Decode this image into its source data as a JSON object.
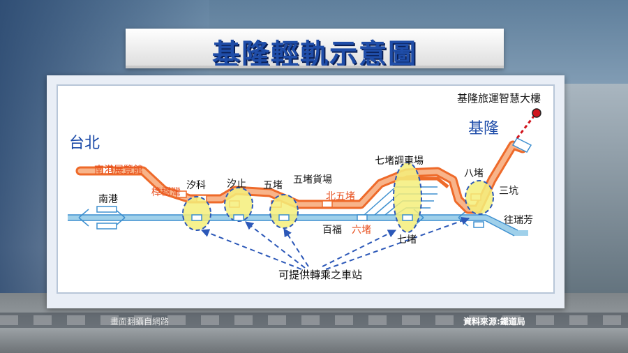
{
  "title": "基隆輕軌示意圖",
  "labels": {
    "taipei": "台北",
    "keelung": "基隆",
    "tower": "基隆旅運智慧大樓",
    "nangang": "南港",
    "expo": "南港展覽館",
    "zhangshuwan": "樟樹灣",
    "xike": "汐科",
    "xizhi": "汐止",
    "wudu": "五堵",
    "wudu_freight": "五堵貨場",
    "north_wudu": "北五堵",
    "baifu": "百福",
    "liudu": "六堵",
    "qidu_yard": "七堵調車場",
    "qidu": "七堵",
    "badu": "八堵",
    "sankeng": "三坑",
    "to_ruifang": "往瑞芳",
    "transfer": "可提供轉乘之車站"
  },
  "credits": {
    "left": "畫面翻攝自網路",
    "right": "資料來源:鐵道局"
  },
  "colors": {
    "title_blue": "#1f4da8",
    "lrt_orange": "#f3884b",
    "lrt_line": "#ee6a2a",
    "rail_blue": "#9fd0ea",
    "rail_line": "#3d8fcf",
    "label_orange": "#e8501f",
    "label_blue": "#1b4aa8",
    "transfer_yellow": "#f4ee7a",
    "arrow_blue": "#2c58b8",
    "tower_red": "#d0141c"
  }
}
